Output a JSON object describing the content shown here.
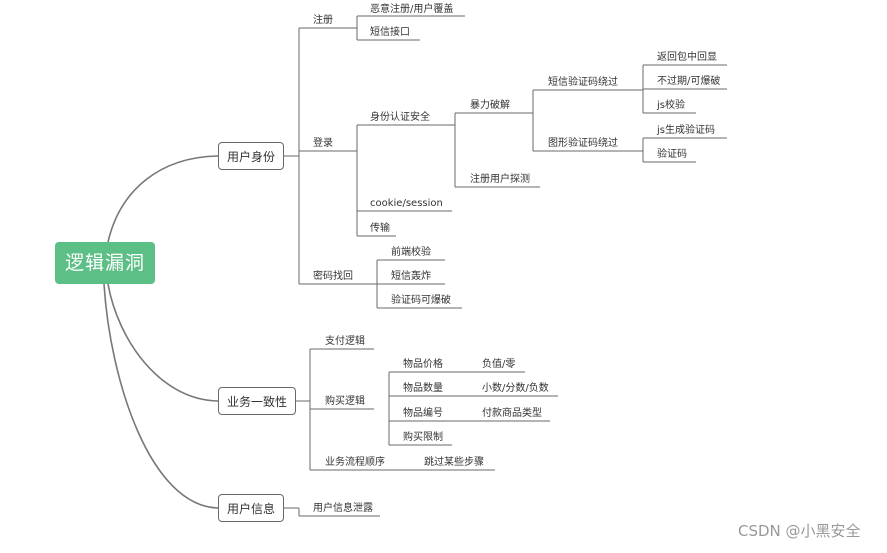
{
  "root": {
    "label": "逻辑漏洞",
    "color": "#5cbf86"
  },
  "branches": {
    "identity": {
      "label": "用户身份",
      "register": {
        "label": "注册",
        "malicious": "恶意注册/用户覆盖",
        "sms_api": "短信接口"
      },
      "login": {
        "label": "登录",
        "auth": {
          "label": "身份认证安全",
          "brute": {
            "label": "暴力破解",
            "sms_bypass": {
              "label": "短信验证码绕过",
              "echo": "返回包中回显",
              "no_expire": "不过期/可爆破",
              "js": "js校验"
            },
            "img_bypass": {
              "label": "图形验证码绕过",
              "js_gen": "js生成验证码",
              "code": "验证码"
            }
          },
          "probe": "注册用户探测"
        },
        "cookie": "cookie/session",
        "transfer": "传输"
      },
      "recovery": {
        "label": "密码找回",
        "frontend": "前端校验",
        "sms_bomb": "短信轰炸",
        "code_brute": "验证码可爆破"
      }
    },
    "business": {
      "label": "业务一致性",
      "payment": "支付逻辑",
      "purchase": {
        "label": "购买逻辑",
        "price": {
          "label": "物品价格",
          "detail": "负值/零"
        },
        "quantity": {
          "label": "物品数量",
          "detail": "小数/分数/负数"
        },
        "number": {
          "label": "物品编号",
          "detail": "付款商品类型"
        },
        "limit": {
          "label": "购买限制"
        }
      },
      "flow": {
        "label": "业务流程顺序",
        "detail": "跳过某些步骤"
      }
    },
    "info": {
      "label": "用户信息",
      "leak": "用户信息泄露"
    }
  },
  "watermark": "CSDN @小黑安全"
}
